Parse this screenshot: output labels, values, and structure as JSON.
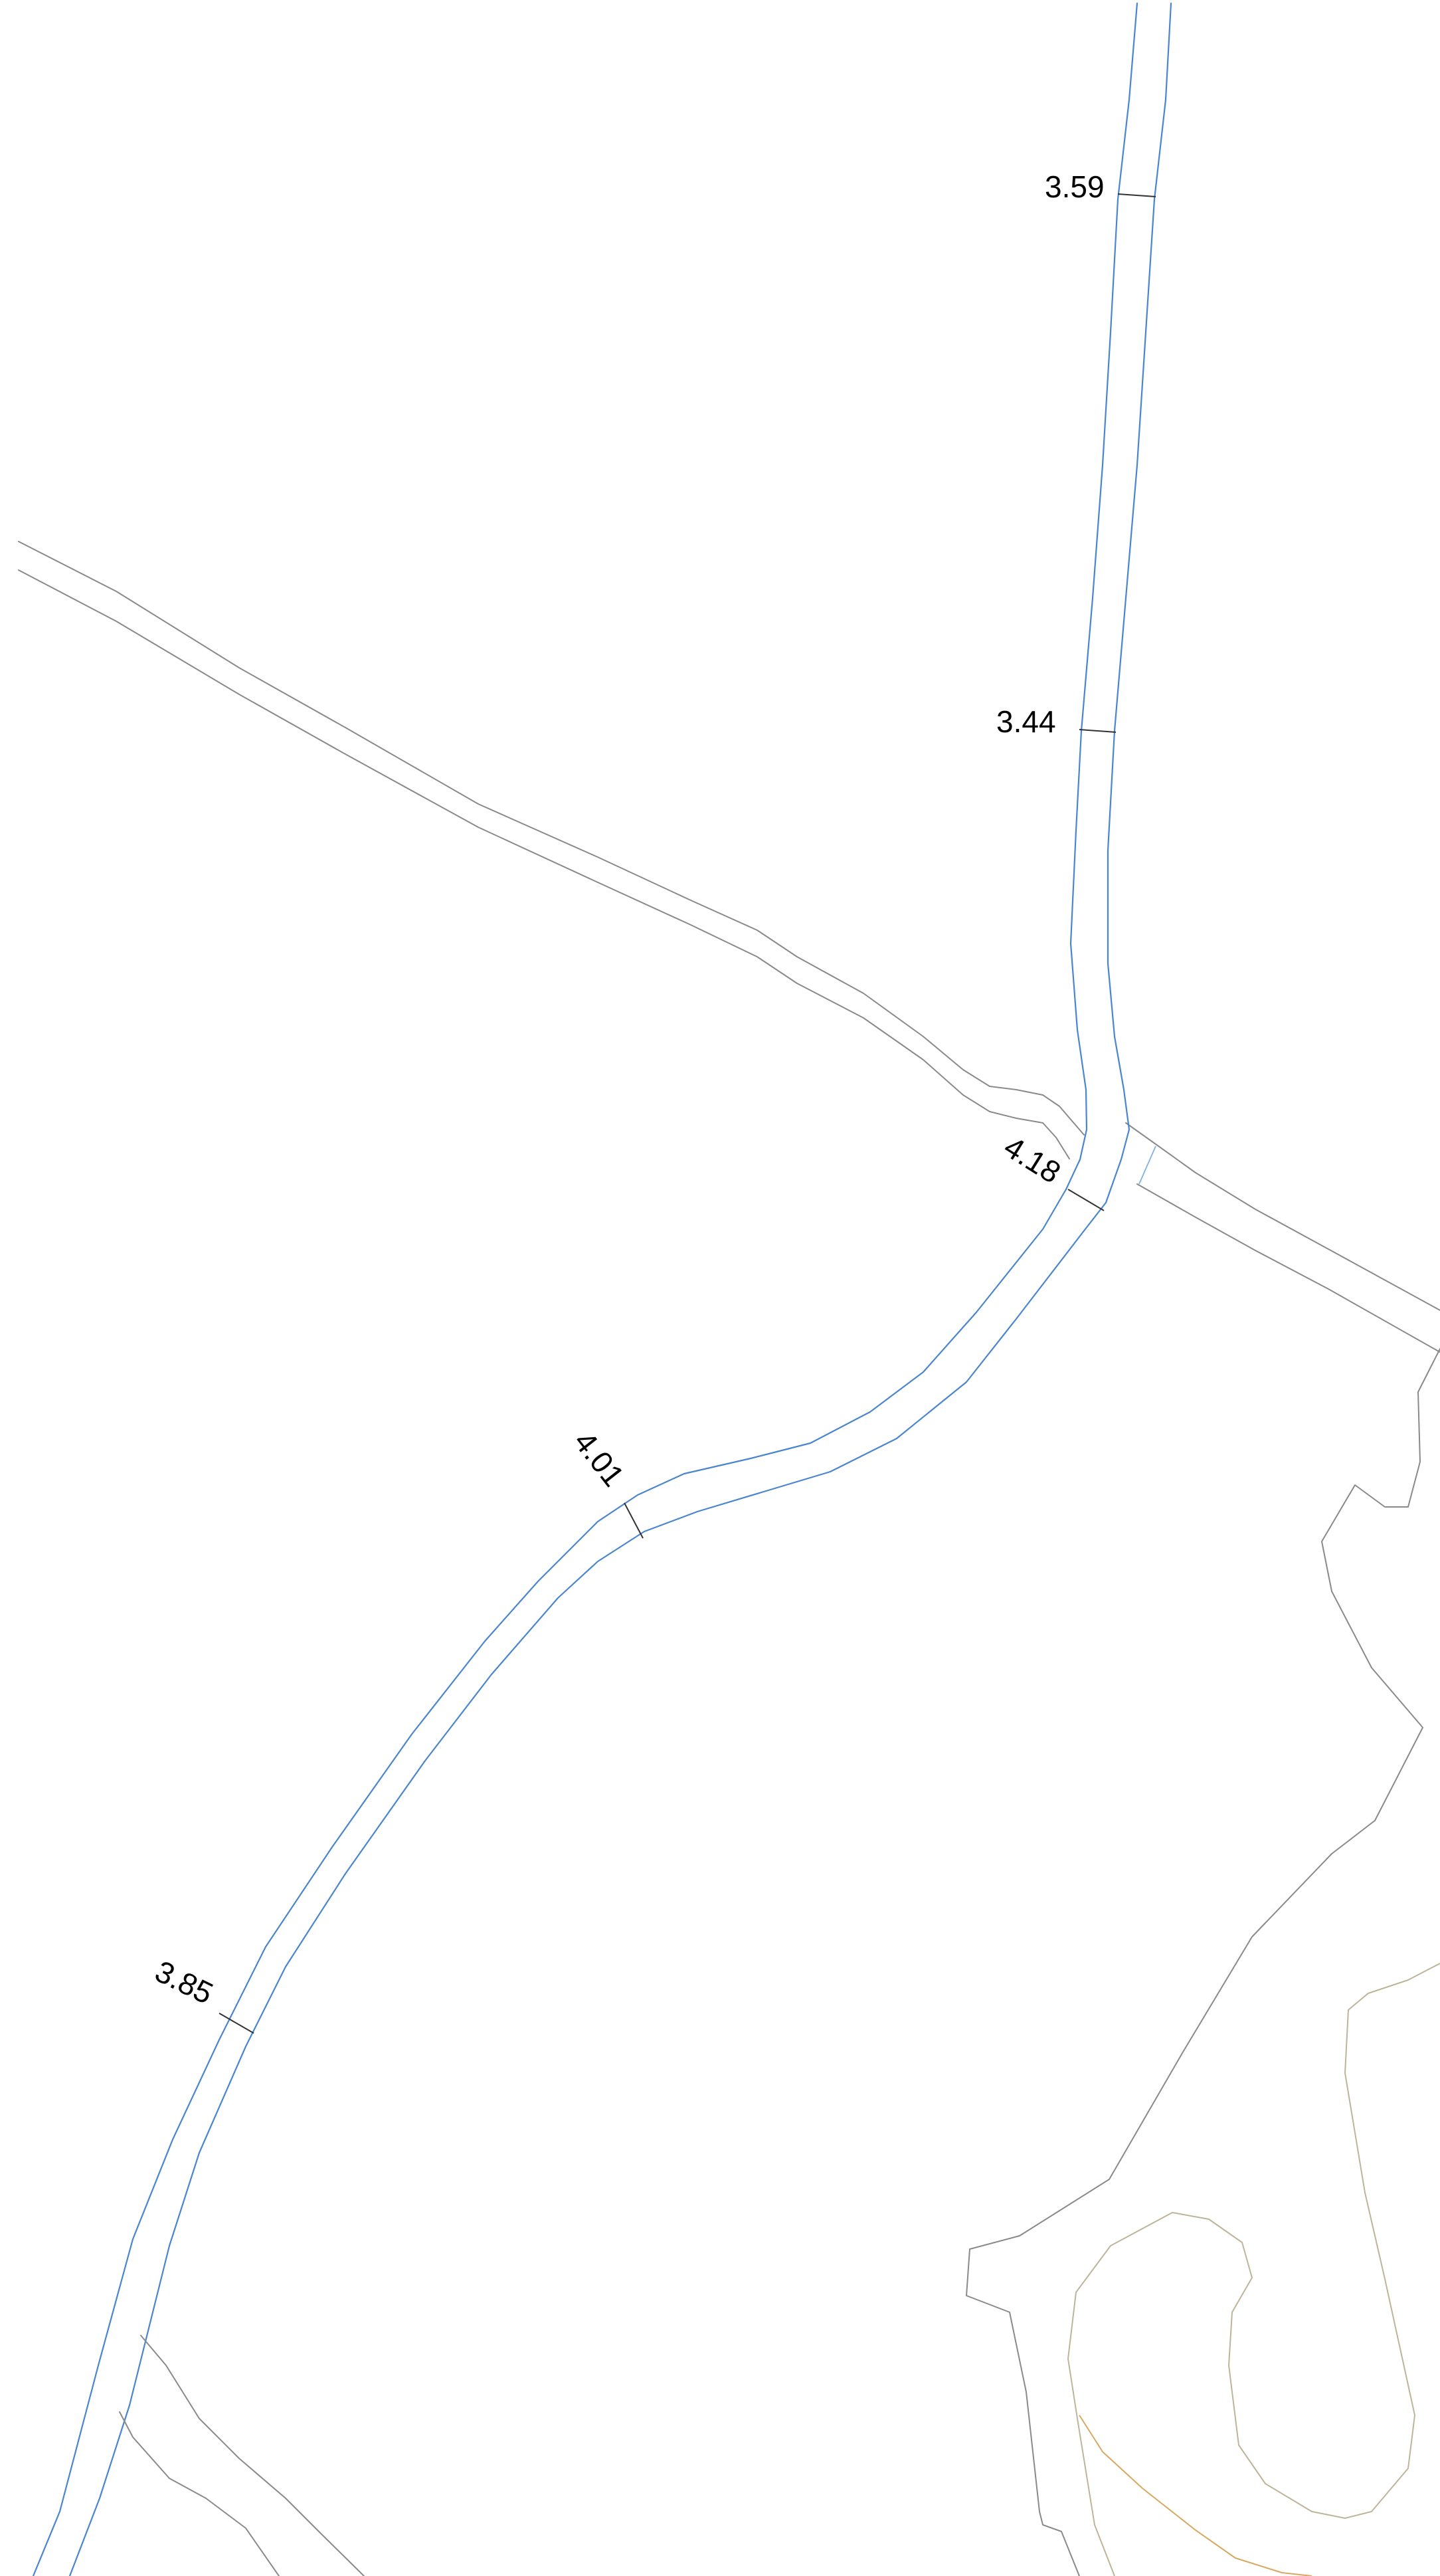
{
  "map": {
    "colors": {
      "background": "#ffffff",
      "road_edge_blue": "#4a86cf",
      "road_edge_light_blue": "#7fb2e6",
      "road_edge_grey": "#8a8a8a",
      "dimension_line": "#333333",
      "contour_tan": "#bdb59a",
      "contour_orange": "#d9a860"
    },
    "width_labels": [
      {
        "id": "w1",
        "text": "3.59"
      },
      {
        "id": "w2",
        "text": "3.44"
      },
      {
        "id": "w3",
        "text": "4.18"
      },
      {
        "id": "w4",
        "text": "4.01"
      },
      {
        "id": "w5",
        "text": "3.85"
      }
    ]
  }
}
